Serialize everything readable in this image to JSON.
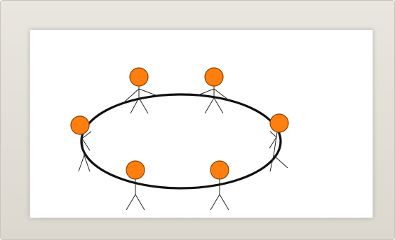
{
  "illustration": {
    "figures": [
      {
        "id": "top-left"
      },
      {
        "id": "top-right"
      },
      {
        "id": "left"
      },
      {
        "id": "right"
      },
      {
        "id": "bottom-left"
      },
      {
        "id": "bottom-right"
      }
    ],
    "colors": {
      "frame": "#e2dfd8",
      "canvas": "#ffffff",
      "head_fill": "#ff7f0e",
      "head_stroke": "#8a3f00",
      "line": "#111111"
    }
  }
}
